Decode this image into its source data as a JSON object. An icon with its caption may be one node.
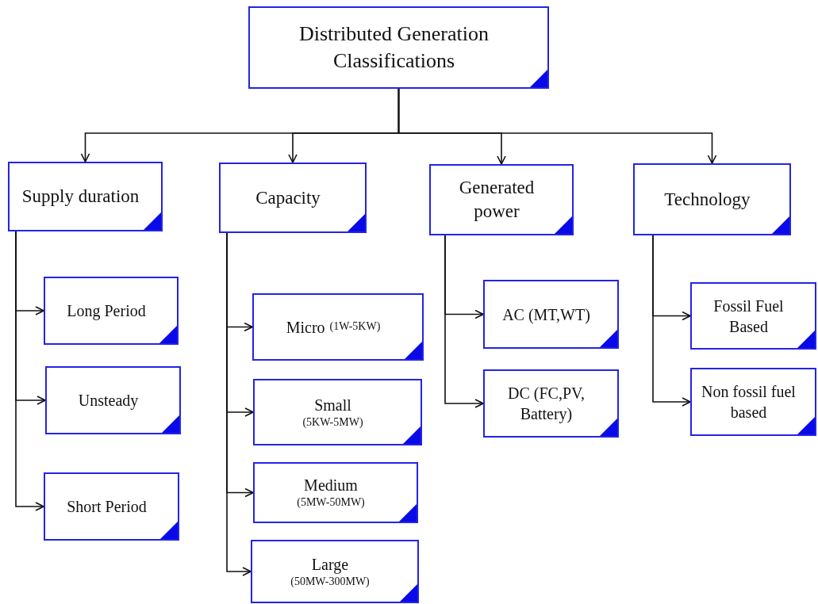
{
  "diagram": {
    "nodes": [
      {
        "text": [
          "Distributed Generation Classifications"
        ]
      },
      {
        "text": [
          "Supply duration"
        ]
      },
      {
        "text": [
          "Capacity"
        ]
      },
      {
        "text": [
          "Generated power"
        ]
      },
      {
        "text": [
          "Technology"
        ]
      },
      {
        "text": [
          "Long Period"
        ]
      },
      {
        "text": [
          "Unsteady"
        ]
      },
      {
        "text": [
          "Short Period"
        ]
      },
      {
        "text": [
          "Micro",
          "(1W-5KW)"
        ]
      },
      {
        "text": [
          "Small",
          "(5KW-5MW)"
        ]
      },
      {
        "text": [
          "Medium",
          "(5MW-50MW)"
        ]
      },
      {
        "text": [
          "Large",
          "(50MW-300MW)"
        ]
      },
      {
        "text": [
          "AC (MT,WT)"
        ]
      },
      {
        "text": [
          "DC (FC,PV, Battery)"
        ]
      },
      {
        "text": [
          "Fossil Fuel Based"
        ]
      },
      {
        "text": [
          "Non fossil fuel based"
        ]
      }
    ],
    "edges": [
      {
        "from": 0,
        "to": 1,
        "arrow": "to"
      },
      {
        "from": 0,
        "to": 2,
        "arrow": "to"
      },
      {
        "from": 0,
        "to": 3,
        "arrow": "to"
      },
      {
        "from": 0,
        "to": 4,
        "arrow": "to"
      },
      {
        "from": 1,
        "to": 5,
        "arrow": "to"
      },
      {
        "from": 1,
        "to": 6,
        "arrow": "to"
      },
      {
        "from": 1,
        "to": 7,
        "arrow": "to"
      },
      {
        "from": 2,
        "to": 8,
        "arrow": "to"
      },
      {
        "from": 2,
        "to": 9,
        "arrow": "to"
      },
      {
        "from": 2,
        "to": 10,
        "arrow": "to"
      },
      {
        "from": 2,
        "to": 11,
        "arrow": "to"
      },
      {
        "from": 3,
        "to": 12,
        "arrow": "to"
      },
      {
        "from": 3,
        "to": 13,
        "arrow": "to"
      },
      {
        "from": 4,
        "to": 14,
        "arrow": "to"
      },
      {
        "from": 4,
        "to": 15,
        "arrow": "to"
      }
    ]
  }
}
